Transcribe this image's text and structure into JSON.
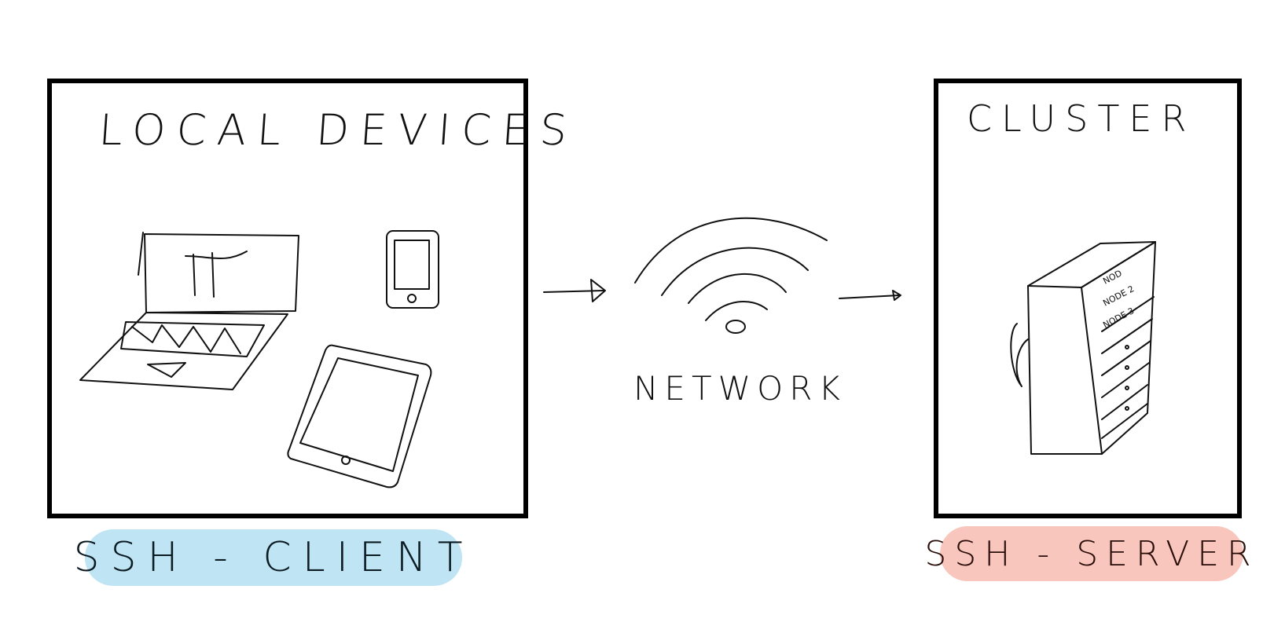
{
  "local": {
    "title": "LOCAL DEVICES",
    "badge": "SSH - CLIENT",
    "badge_color": "#bfe4f4"
  },
  "network": {
    "label": "NETWORK"
  },
  "cluster": {
    "title": "CLUSTER",
    "badge": "SSH - SERVER",
    "badge_color": "#f9c6bd",
    "nodes": [
      "NOD",
      "NODE 2",
      "NODE 3"
    ]
  },
  "icons": [
    "laptop-icon",
    "phone-icon",
    "tablet-icon",
    "wifi-icon",
    "server-rack-icon",
    "arrow-right-icon"
  ]
}
